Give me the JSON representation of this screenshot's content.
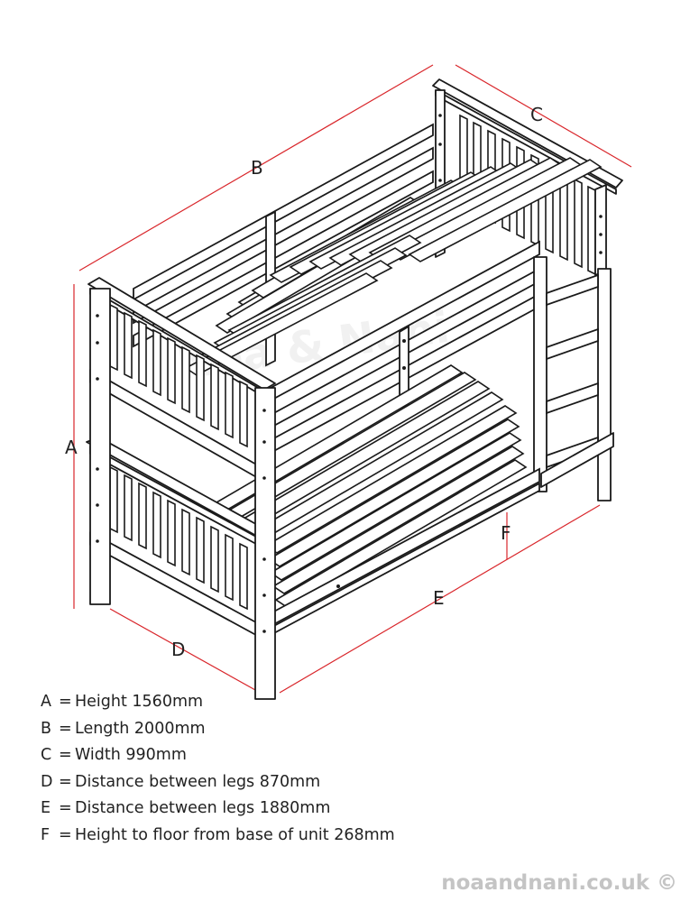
{
  "dimension_labels": {
    "a": "A",
    "b": "B",
    "c": "C",
    "d": "D",
    "e": "E",
    "f": "F"
  },
  "legend": [
    {
      "key": "A",
      "text": "Height 1560mm"
    },
    {
      "key": "B",
      "text": "Length 2000mm"
    },
    {
      "key": "C",
      "text": "Width 990mm"
    },
    {
      "key": "D",
      "text": "Distance between legs 870mm"
    },
    {
      "key": "E",
      "text": "Distance between legs 1880mm"
    },
    {
      "key": "F",
      "text": "Height to floor from base of unit 268mm"
    }
  ],
  "watermark": "Noa & Nani",
  "footer": "noaandnani.co.uk ©",
  "colors": {
    "dimension_line": "#d9262b",
    "outline": "#1a1a1a",
    "footer": "#c4c4c4"
  }
}
